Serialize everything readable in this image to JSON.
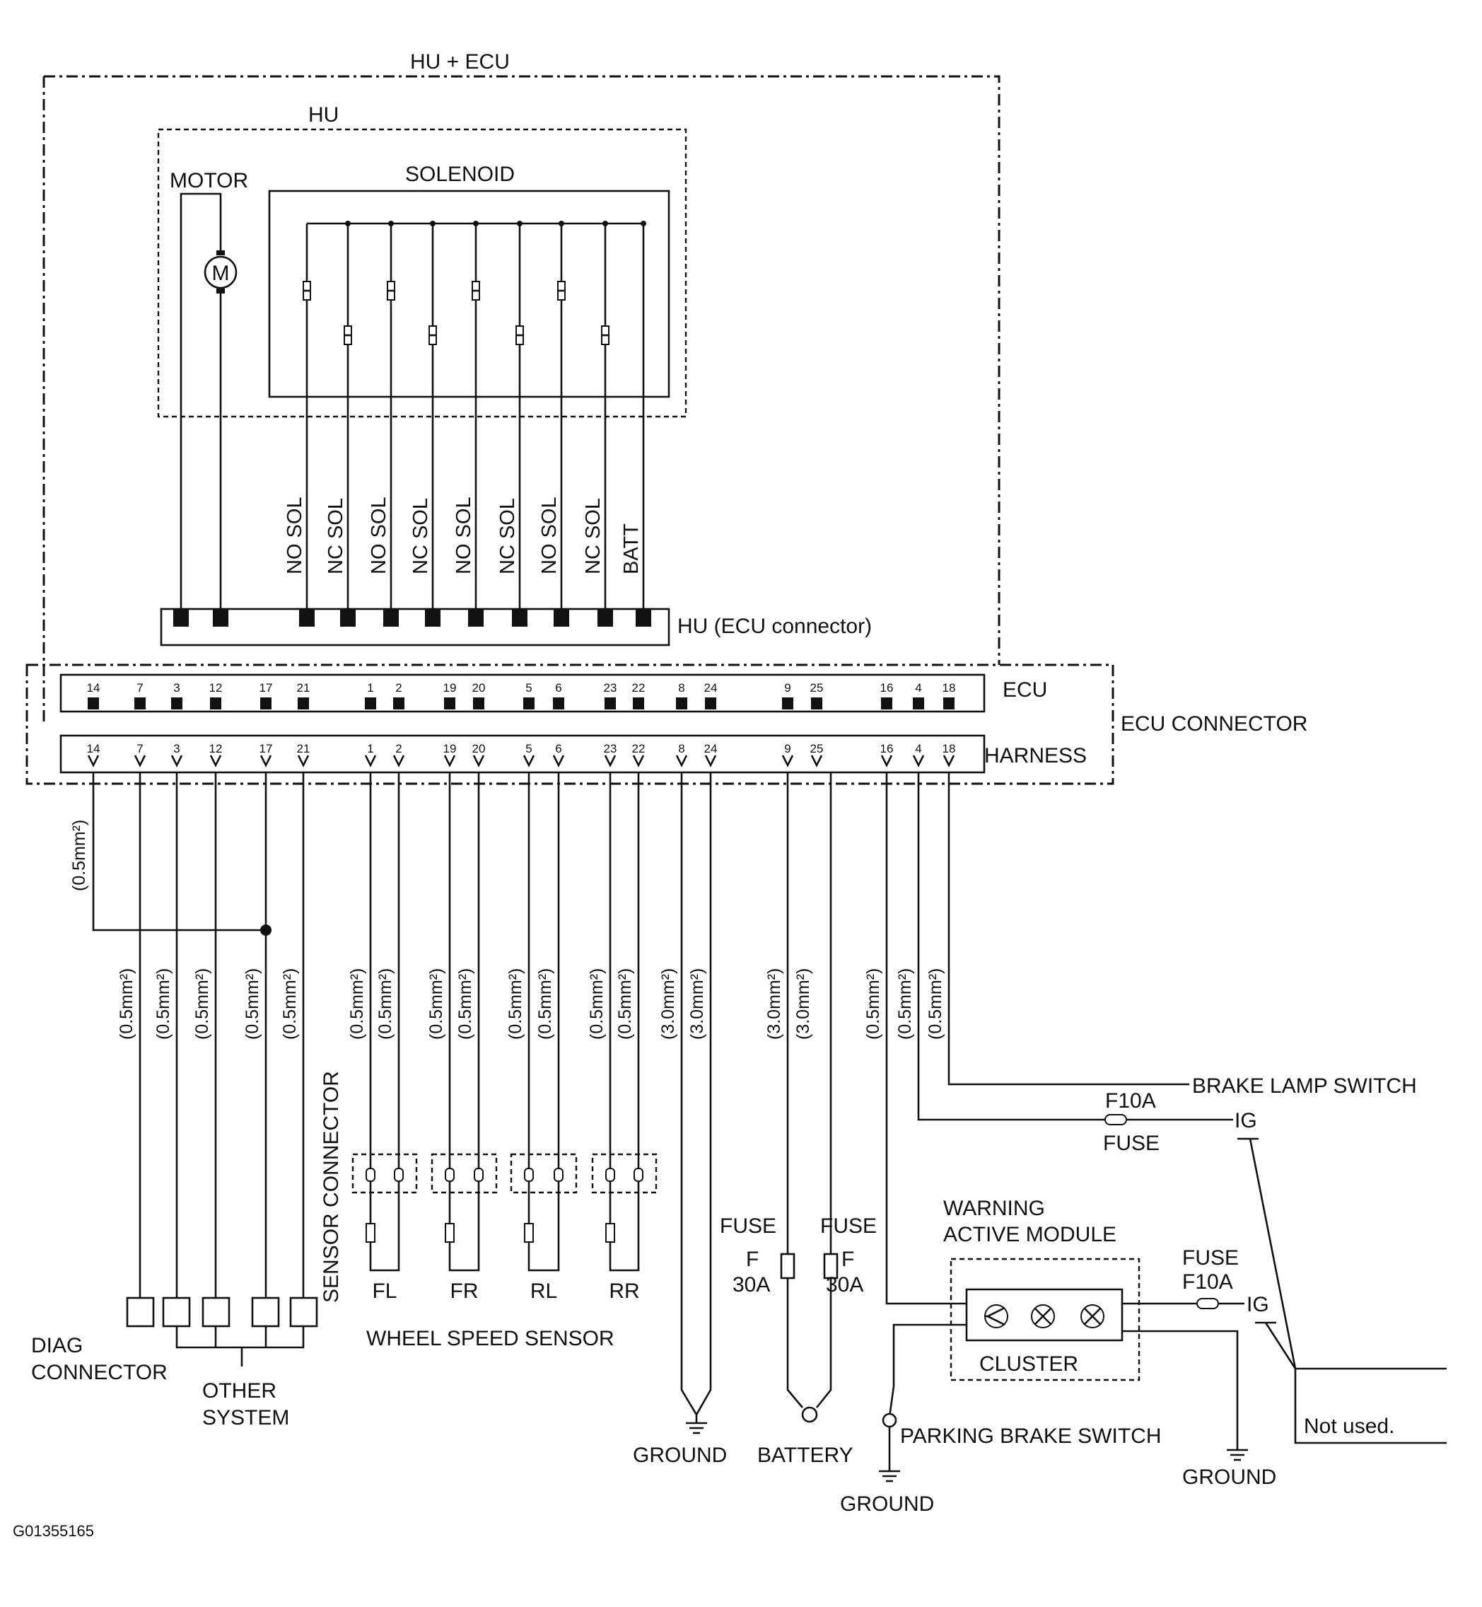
{
  "labels": {
    "hu_ecu": "HU + ECU",
    "hu": "HU",
    "motor": "MOTOR",
    "motor_symbol": "M",
    "solenoid": "SOLENOID",
    "hu_connector": "HU (ECU connector)",
    "ecu": "ECU",
    "ecu_connector": "ECU CONNECTOR",
    "harness": "HARNESS",
    "sensor_connector": "SENSOR CONNECTOR",
    "wheel_speed_sensor": "WHEEL SPEED SENSOR",
    "diag_connector_1": "DIAG",
    "diag_connector_2": "CONNECTOR",
    "other_system_1": "OTHER",
    "other_system_2": "SYSTEM",
    "ground_1": "GROUND",
    "battery": "BATTERY",
    "ground_2": "GROUND",
    "ground_3": "GROUND",
    "parking_brake_switch": "PARKING BRAKE SWITCH",
    "brake_lamp_switch": "BRAKE LAMP SWITCH",
    "f10a_top": "F10A",
    "fuse_top": "FUSE",
    "ig_top": "IG",
    "ig_cluster": "IG",
    "fuse_cluster": "FUSE",
    "f10a_cluster": "F10A",
    "warning_1": "WARNING",
    "warning_2": "ACTIVE MODULE",
    "cluster": "CLUSTER",
    "not_used": "Not used.",
    "fuse_left": "FUSE",
    "fuse_right": "FUSE",
    "f_left": "F",
    "f_right": "F",
    "a30_left": "30A",
    "a30_right": "30A",
    "diagram_id": "G01355165"
  },
  "solenoid_labels": [
    "NO SOL",
    "NC SOL",
    "NO SOL",
    "NC SOL",
    "NO SOL",
    "NC SOL",
    "NO SOL",
    "NC SOL",
    "BATT"
  ],
  "pins": [
    "14",
    "7",
    "3",
    "12",
    "17",
    "21",
    "1",
    "2",
    "19",
    "20",
    "5",
    "6",
    "23",
    "22",
    "8",
    "24",
    "9",
    "25",
    "16",
    "4",
    "18"
  ],
  "wheels": [
    "FL",
    "FR",
    "RL",
    "RR"
  ],
  "gauges": {
    "diag_vertical": "(0.5mm²)",
    "small": "(0.5mm²)",
    "large": "(3.0mm²)"
  }
}
